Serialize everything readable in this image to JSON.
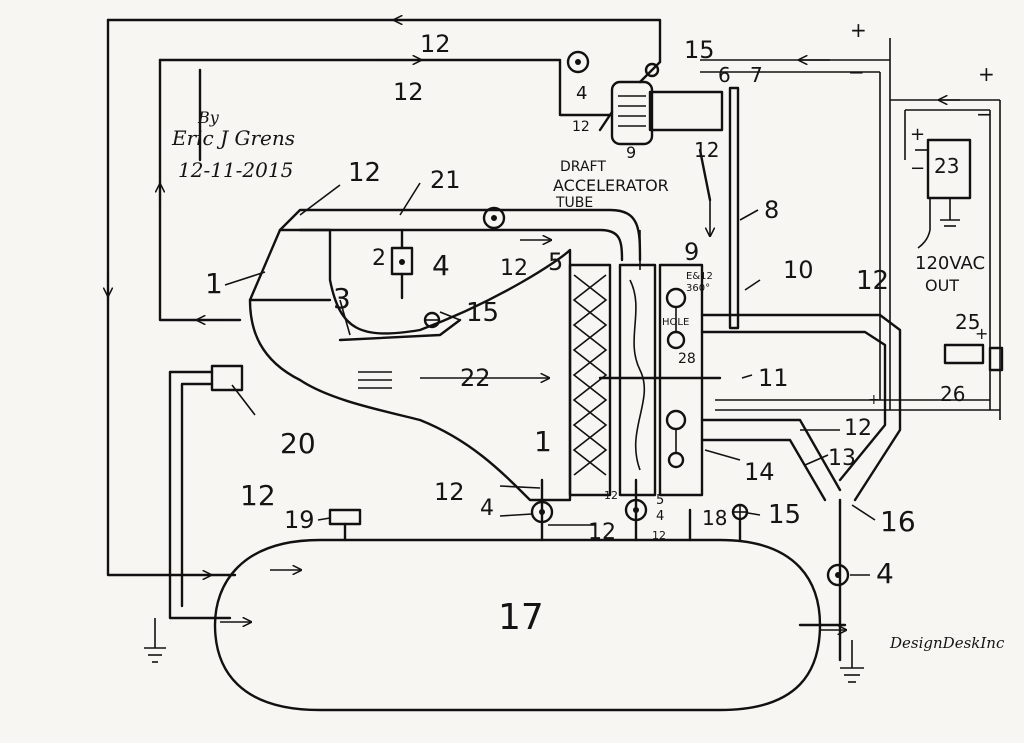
{
  "author": {
    "line1": "By",
    "line2": "Eric J Grens",
    "date": "12-11-2015"
  },
  "watermark": "DesignDeskInc",
  "callouts": {
    "draft1": "DRAFT",
    "draft2": "ACCELERATOR",
    "draft3": "TUBE",
    "out1": "120VAC",
    "out2": "OUT",
    "hole": "HOLE",
    "deg": "360°",
    "ea": "E&12",
    "box23": "23"
  },
  "polarity": {
    "plus": "+",
    "minus": "−"
  },
  "parts": {
    "n1": "1",
    "n2": "2",
    "n3": "3",
    "n4": "4",
    "n5": "5",
    "n6": "6",
    "n7": "7",
    "n8": "8",
    "n9": "9",
    "n10": "10",
    "n11": "11",
    "n12": "12",
    "n13": "13",
    "n14": "14",
    "n15": "15",
    "n16": "16",
    "n17": "17",
    "n18": "18",
    "n19": "19",
    "n20": "20",
    "n21": "21",
    "n22": "22",
    "n25": "25",
    "n26": "26",
    "n28": "28"
  }
}
